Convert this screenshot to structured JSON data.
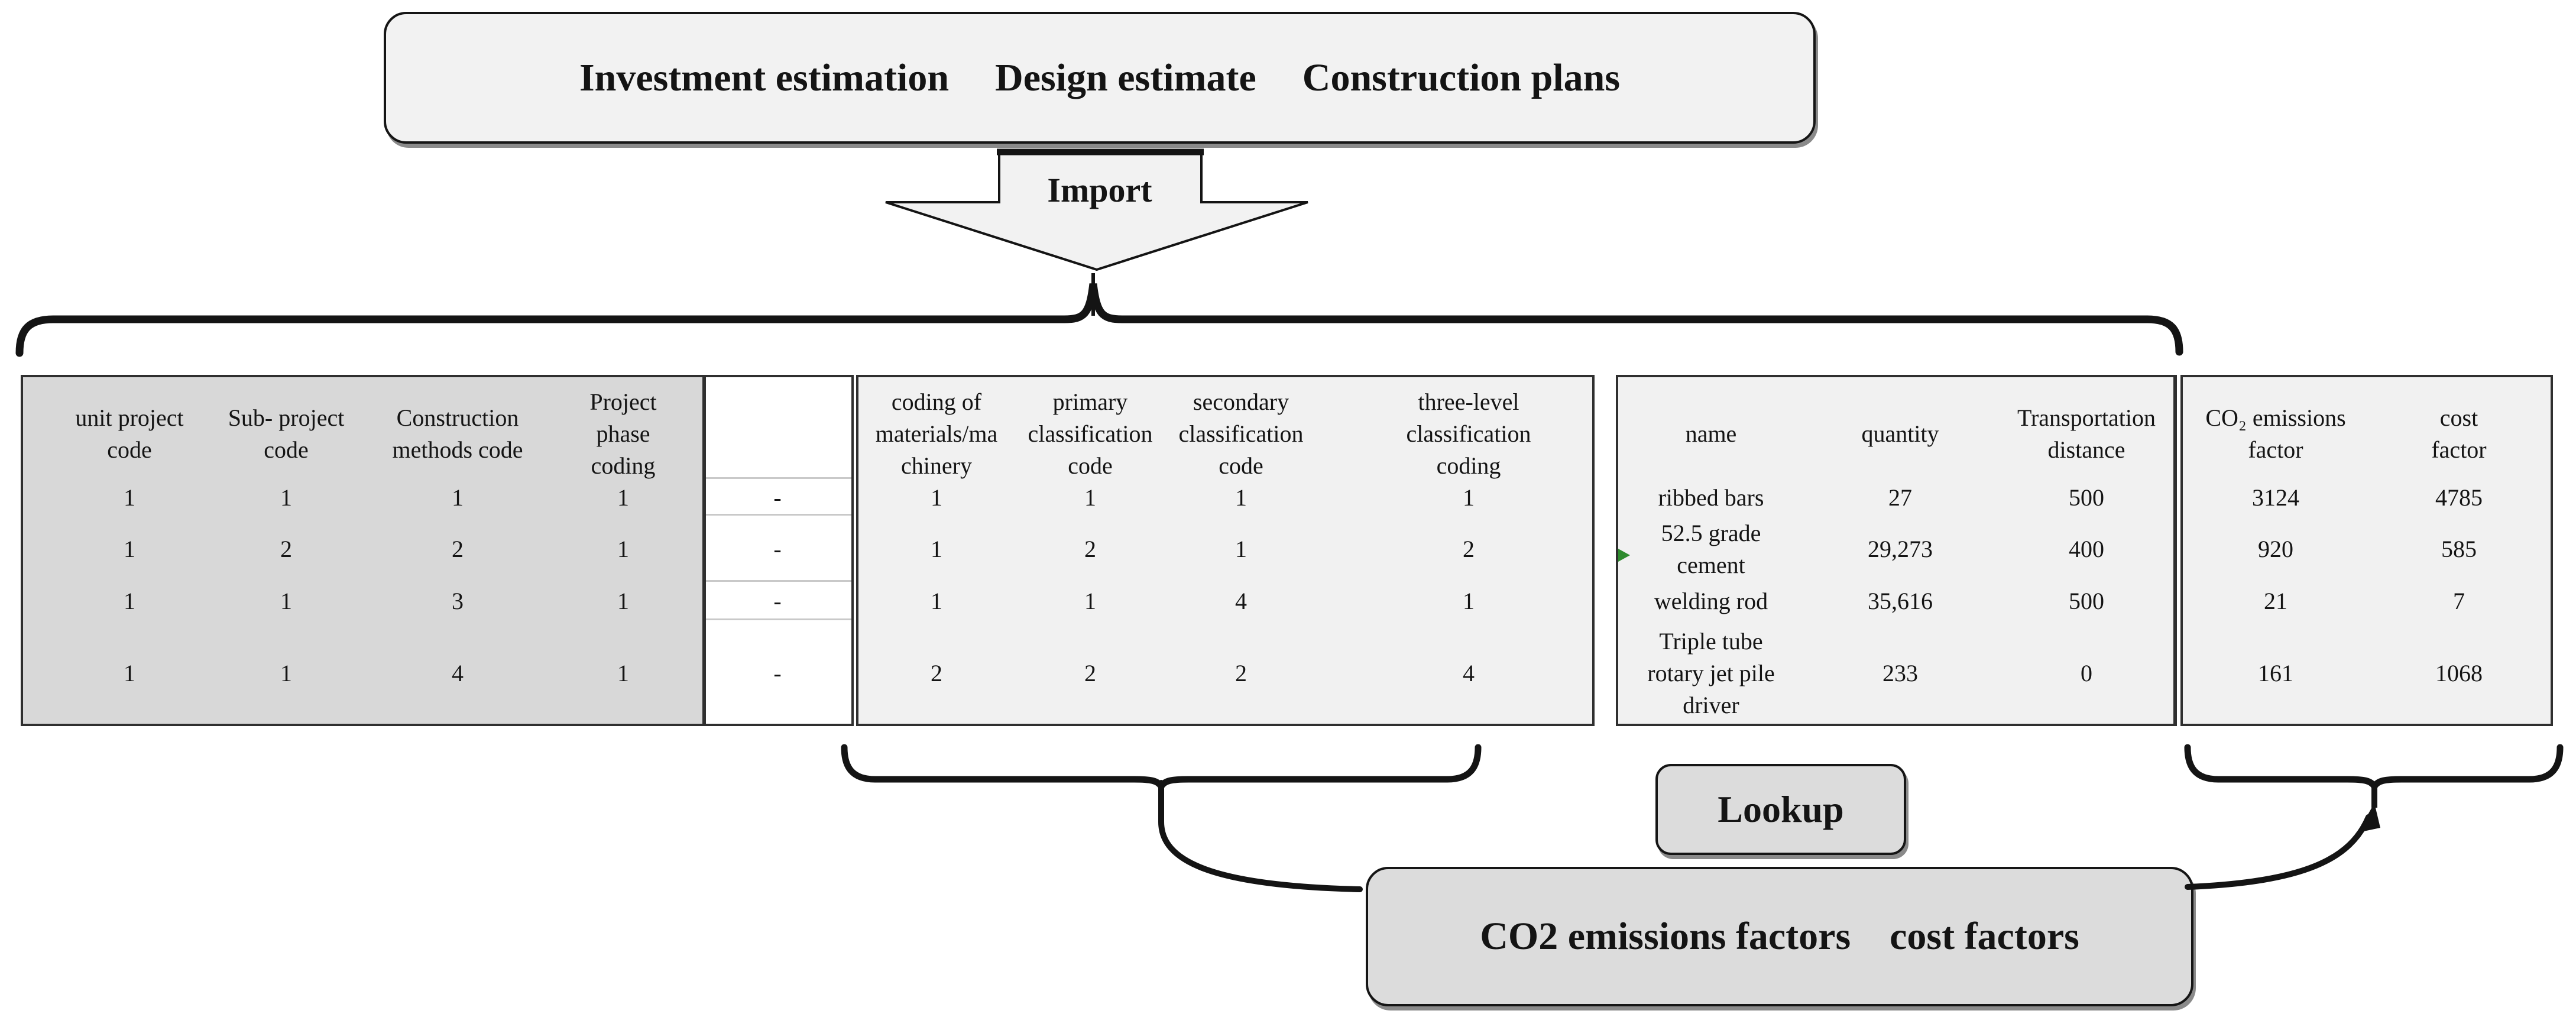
{
  "top_box": {
    "items": [
      "Investment estimation",
      "Design estimate",
      "Construction plans"
    ]
  },
  "import_arrow": {
    "label": "Import"
  },
  "tables": {
    "project_codes": {
      "columns": [
        "unit project\ncode",
        "Sub- project\ncode",
        "Construction\nmethods code",
        "Project phase\ncoding"
      ],
      "rows": [
        [
          "1",
          "1",
          "1",
          "1"
        ],
        [
          "1",
          "2",
          "2",
          "1"
        ],
        [
          "1",
          "1",
          "3",
          "1"
        ],
        [
          "1",
          "1",
          "4",
          "1"
        ]
      ]
    },
    "link_column": {
      "cell": "-"
    },
    "material_codes": {
      "columns": [
        "coding of\nmaterials/ma\nchinery",
        "primary\nclassification\ncode",
        "secondary\nclassification\ncode",
        "three-level classification\ncoding"
      ],
      "rows": [
        [
          "1",
          "1",
          "1",
          "1"
        ],
        [
          "1",
          "2",
          "1",
          "2"
        ],
        [
          "1",
          "1",
          "4",
          "1"
        ],
        [
          "2",
          "2",
          "2",
          "4"
        ]
      ]
    },
    "materials": {
      "columns": [
        "name",
        "quantity",
        "Transportation\ndistance"
      ],
      "rows": [
        [
          "ribbed bars",
          "27",
          "500"
        ],
        [
          "52.5 grade\ncement",
          "29,273",
          "400"
        ],
        [
          "welding rod",
          "35,616",
          "500"
        ],
        [
          "Triple tube\nrotary jet pile\ndriver",
          "233",
          "0"
        ]
      ]
    },
    "factors": {
      "columns": [
        "CO₂ emissions\nfactor",
        "cost factor"
      ],
      "rows": [
        [
          "3124",
          "4785"
        ],
        [
          "920",
          "585"
        ],
        [
          "21",
          "7"
        ],
        [
          "161",
          "1068"
        ]
      ]
    }
  },
  "lookup_box": {
    "label": "Lookup"
  },
  "factors_box": {
    "items": [
      "CO2 emissions factors",
      "cost factors"
    ]
  },
  "colors": {
    "line": "#141414",
    "table_border": "#2f2f2f",
    "gray_table_bg": "#d8d8d8",
    "light_table_bg": "#f1f1f1",
    "box_bg": "#f2f2f2",
    "bottom_box_bg": "#dcdcdc",
    "shadow": "#8a8a8a",
    "green_marker": "#2e8b2e"
  }
}
